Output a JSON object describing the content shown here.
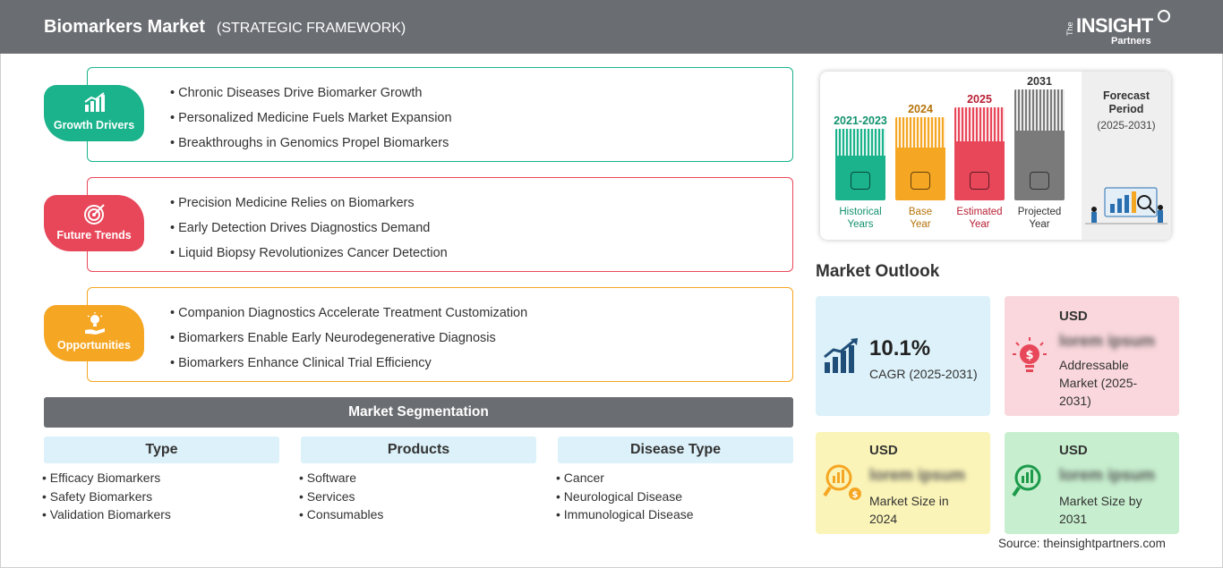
{
  "header": {
    "title": "Biomarkers Market",
    "subtitle": "(STRATEGIC FRAMEWORK)",
    "logo_the": "The",
    "logo_insight": "INSIGHT",
    "logo_partners": "Partners"
  },
  "framework": [
    {
      "label": "Growth Drivers",
      "color": "#1bb38c",
      "icon": "growth-chart-icon",
      "items": [
        "Chronic Diseases Drive Biomarker Growth",
        "Personalized Medicine Fuels Market Expansion",
        "Breakthroughs in Genomics Propel Biomarkers"
      ]
    },
    {
      "label": "Future Trends",
      "color": "#e8475a",
      "icon": "target-icon",
      "items": [
        "Precision Medicine Relies on Biomarkers",
        "Early Detection Drives Diagnostics Demand",
        "Liquid Biopsy Revolutionizes Cancer Detection"
      ]
    },
    {
      "label": "Opportunities",
      "color": "#f5a623",
      "icon": "lightbulb-hand-icon",
      "items": [
        "Companion Diagnostics Accelerate Treatment Customization",
        "Biomarkers Enable Early Neurodegenerative Diagnosis",
        "Biomarkers Enhance Clinical Trial Efficiency"
      ]
    }
  ],
  "segmentation": {
    "title": "Market Segmentation",
    "columns": [
      {
        "head": "Type",
        "items": [
          "Efficacy Biomarkers",
          "Safety Biomarkers",
          "Validation Biomarkers"
        ]
      },
      {
        "head": "Products",
        "items": [
          "Software",
          "Services",
          "Consumables"
        ]
      },
      {
        "head": "Disease Type",
        "items": [
          "Cancer",
          "Neurological Disease",
          "Immunological Disease"
        ]
      }
    ]
  },
  "timeline": {
    "forecast_label_1": "Forecast",
    "forecast_label_2": "Period",
    "forecast_range": "(2025-2031)",
    "bars": [
      {
        "year": "2021-2023",
        "cap1": "Historical",
        "cap2": "Years",
        "color": "#1bb38c",
        "year_color": "#13926f"
      },
      {
        "year": "2024",
        "cap1": "Base",
        "cap2": "Year",
        "color": "#f5a623",
        "year_color": "#b5730a"
      },
      {
        "year": "2025",
        "cap1": "Estimated",
        "cap2": "Year",
        "color": "#e8475a",
        "year_color": "#b81f34"
      },
      {
        "year": "2031",
        "cap1": "Projected",
        "cap2": "Year",
        "color": "#7a7a7a",
        "year_color": "#333333"
      }
    ]
  },
  "outlook": {
    "title": "Market Outlook",
    "cagr_value": "10.1%",
    "cagr_label": "CAGR (2025-2031)",
    "addressable_usd": "USD",
    "addressable_value": "lorem ipsum",
    "addressable_label_1": "Addressable",
    "addressable_label_2": "Market (2025-",
    "addressable_label_3": "2031)",
    "size2024_usd": "USD",
    "size2024_value": "lorem ipsum",
    "size2024_label_1": "Market Size in",
    "size2024_label_2": "2024",
    "size2031_usd": "USD",
    "size2031_value": "lorem ipsum",
    "size2031_label_1": "Market Size by",
    "size2031_label_2": "2031"
  },
  "source": "Source: theinsightpartners.com"
}
